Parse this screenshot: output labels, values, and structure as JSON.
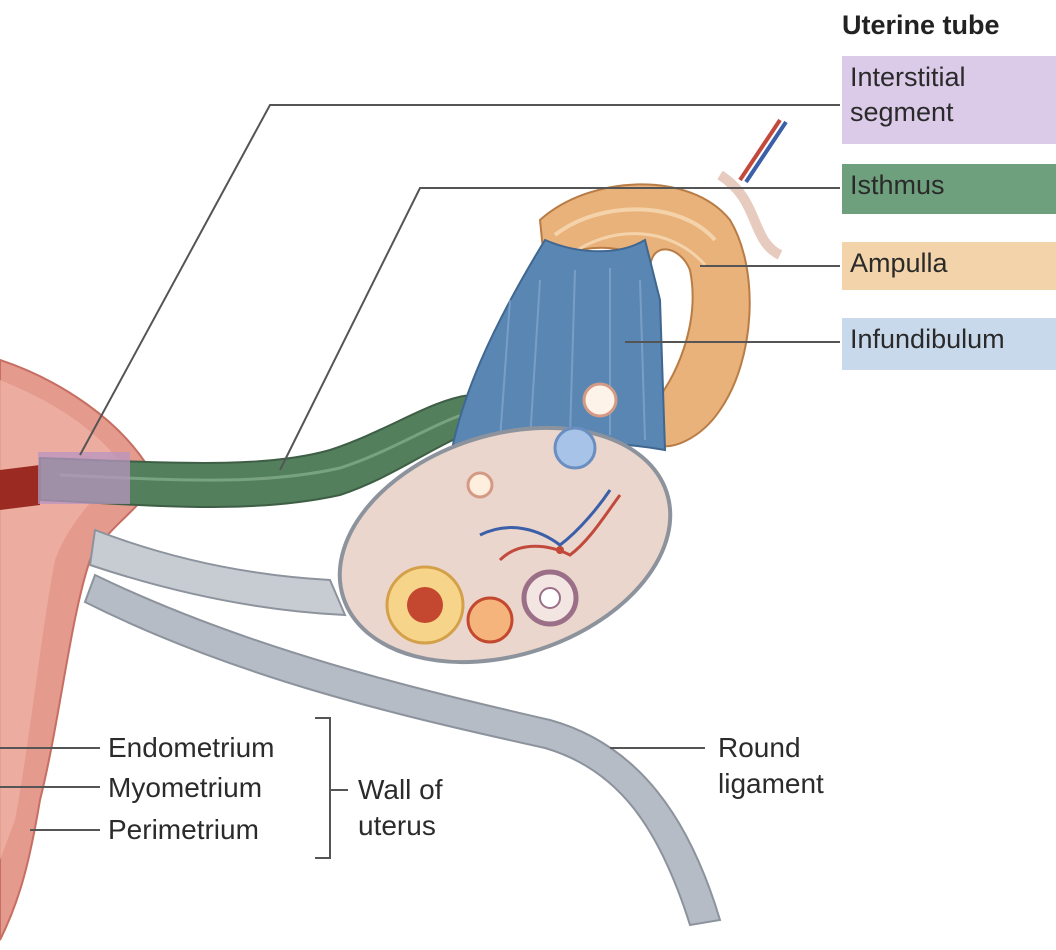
{
  "key": {
    "title": "Uterine tube",
    "items": [
      {
        "label": "Interstitial segment",
        "color": "#dccbe8"
      },
      {
        "label": "Isthmus",
        "color": "#6ea07e"
      },
      {
        "label": "Ampulla",
        "color": "#f3d3a9"
      },
      {
        "label": "Infundibulum",
        "color": "#c9d9ec"
      }
    ]
  },
  "wall_labels": {
    "endometrium": "Endometrium",
    "myometrium": "Myometrium",
    "perimetrium": "Perimetrium",
    "group": "Wall of uterus"
  },
  "round_ligament": "Round ligament",
  "colors": {
    "uterus": "#e49a8c",
    "tube_isthmus": "#547f5c",
    "ampulla": "#e8b27a",
    "infundibulum": "#5a86b4",
    "ovary": "#ead6cc",
    "ligament": "#b6bcc6"
  }
}
